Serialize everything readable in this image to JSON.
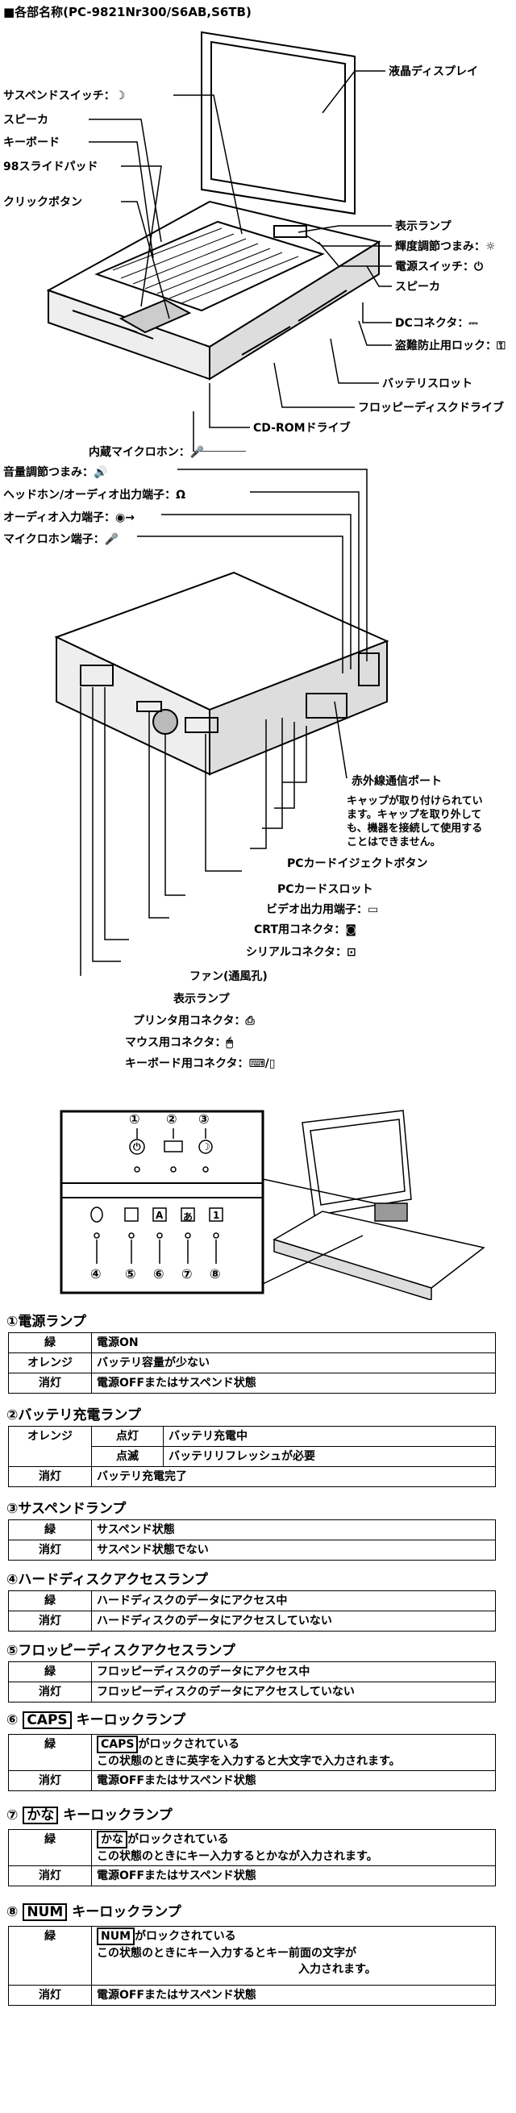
{
  "title": "■各部名称(PC-9821Nr300/S6AB,S6TB)",
  "fig1": {
    "labels": {
      "suspend": "サスペンドスイッチ：",
      "speaker_l": "スピーカ",
      "keyboard": "キーボード",
      "pad": "98スライドパッド",
      "click": "クリックボタン",
      "lcd": "液晶ディスプレイ",
      "lamps": "表示ランプ",
      "brightness": "輝度調節つまみ：",
      "power": "電源スイッチ：",
      "speaker_r": "スピーカ",
      "dc": "DCコネクタ：",
      "lock": "盗難防止用ロック：",
      "battery": "バッテリスロット",
      "fdd": "フロッピーディスクドライブ",
      "cdrom": "CD-ROMドライブ",
      "mic": "内蔵マイクロホン："
    }
  },
  "fig2": {
    "labels": {
      "volume": "音量調節つまみ：",
      "headphone": "ヘッドホン/オーディオ出力端子：",
      "audio_in": "オーディオ入力端子：",
      "mic_jack": "マイクロホン端子：",
      "ir": "赤外線通信ポート",
      "cap_note": "キャップが取り付けられています。キャップを取り外しても、機器を接続して使用することはできません。",
      "pc_eject": "PCカードイジェクトボタン",
      "pc_slot": "PCカードスロット",
      "video": "ビデオ出力用端子：",
      "crt": "CRT用コネクタ：",
      "serial": "シリアルコネクタ：",
      "fan": "ファン(通風孔)",
      "lamps": "表示ランプ",
      "printer": "プリンタ用コネクタ：",
      "mouse": "マウス用コネクタ：",
      "kbd": "キーボード用コネクタ："
    }
  },
  "fig3": {
    "top_nums": [
      "①",
      "②",
      "③"
    ],
    "bottom_nums": [
      "④",
      "⑤",
      "⑥",
      "⑦",
      "⑧"
    ],
    "key_icons": [
      "A",
      "あ",
      "1"
    ]
  },
  "sections": {
    "s1": {
      "heading": "①電源ランプ",
      "rows": [
        {
          "color": "緑",
          "desc": "電源ON"
        },
        {
          "color": "オレンジ",
          "desc": "バッテリ容量が少ない"
        },
        {
          "color": "消灯",
          "desc": "電源OFFまたはサスペンド状態"
        }
      ]
    },
    "s2": {
      "heading": "②バッテリ充電ランプ",
      "orange": "オレンジ",
      "on": "点灯",
      "on_desc": "バッテリ充電中",
      "blink": "点滅",
      "blink_desc": "バッテリリフレッシュが必要",
      "off": "消灯",
      "off_desc": "バッテリ充電完了"
    },
    "s3": {
      "heading": "③サスペンドランプ",
      "rows": [
        {
          "color": "緑",
          "desc": "サスペンド状態"
        },
        {
          "color": "消灯",
          "desc": "サスペンド状態でない"
        }
      ]
    },
    "s4": {
      "heading": "④ハードディスクアクセスランプ",
      "rows": [
        {
          "color": "緑",
          "desc": "ハードディスクのデータにアクセス中"
        },
        {
          "color": "消灯",
          "desc": "ハードディスクのデータにアクセスしていない"
        }
      ]
    },
    "s5": {
      "heading": "⑤フロッピーディスクアクセスランプ",
      "rows": [
        {
          "color": "緑",
          "desc": "フロッピーディスクのデータにアクセス中"
        },
        {
          "color": "消灯",
          "desc": "フロッピーディスクのデータにアクセスしていない"
        }
      ]
    },
    "s6": {
      "num": "⑥",
      "key": "CAPS",
      "heading_rest": "キーロックランプ",
      "green": "緑",
      "line1_rest": "がロックされている",
      "line2": "この状態のときに英字を入力すると大文字で入力されます。",
      "off": "消灯",
      "off_desc": "電源OFFまたはサスペンド状態"
    },
    "s7": {
      "num": "⑦",
      "key": "かな",
      "heading_rest": "キーロックランプ",
      "green": "緑",
      "line1_rest": "がロックされている",
      "line2": "この状態のときにキー入力するとかなが入力されます。",
      "off": "消灯",
      "off_desc": "電源OFFまたはサスペンド状態"
    },
    "s8": {
      "num": "⑧",
      "key": "NUM",
      "heading_rest": "キーロックランプ",
      "green": "緑",
      "line1_rest": "がロックされている",
      "line2": "この状態のときにキー入力するとキー前面の文字が",
      "line3": "入力されます。",
      "off": "消灯",
      "off_desc": "電源OFFまたはサスペンド状態"
    }
  }
}
